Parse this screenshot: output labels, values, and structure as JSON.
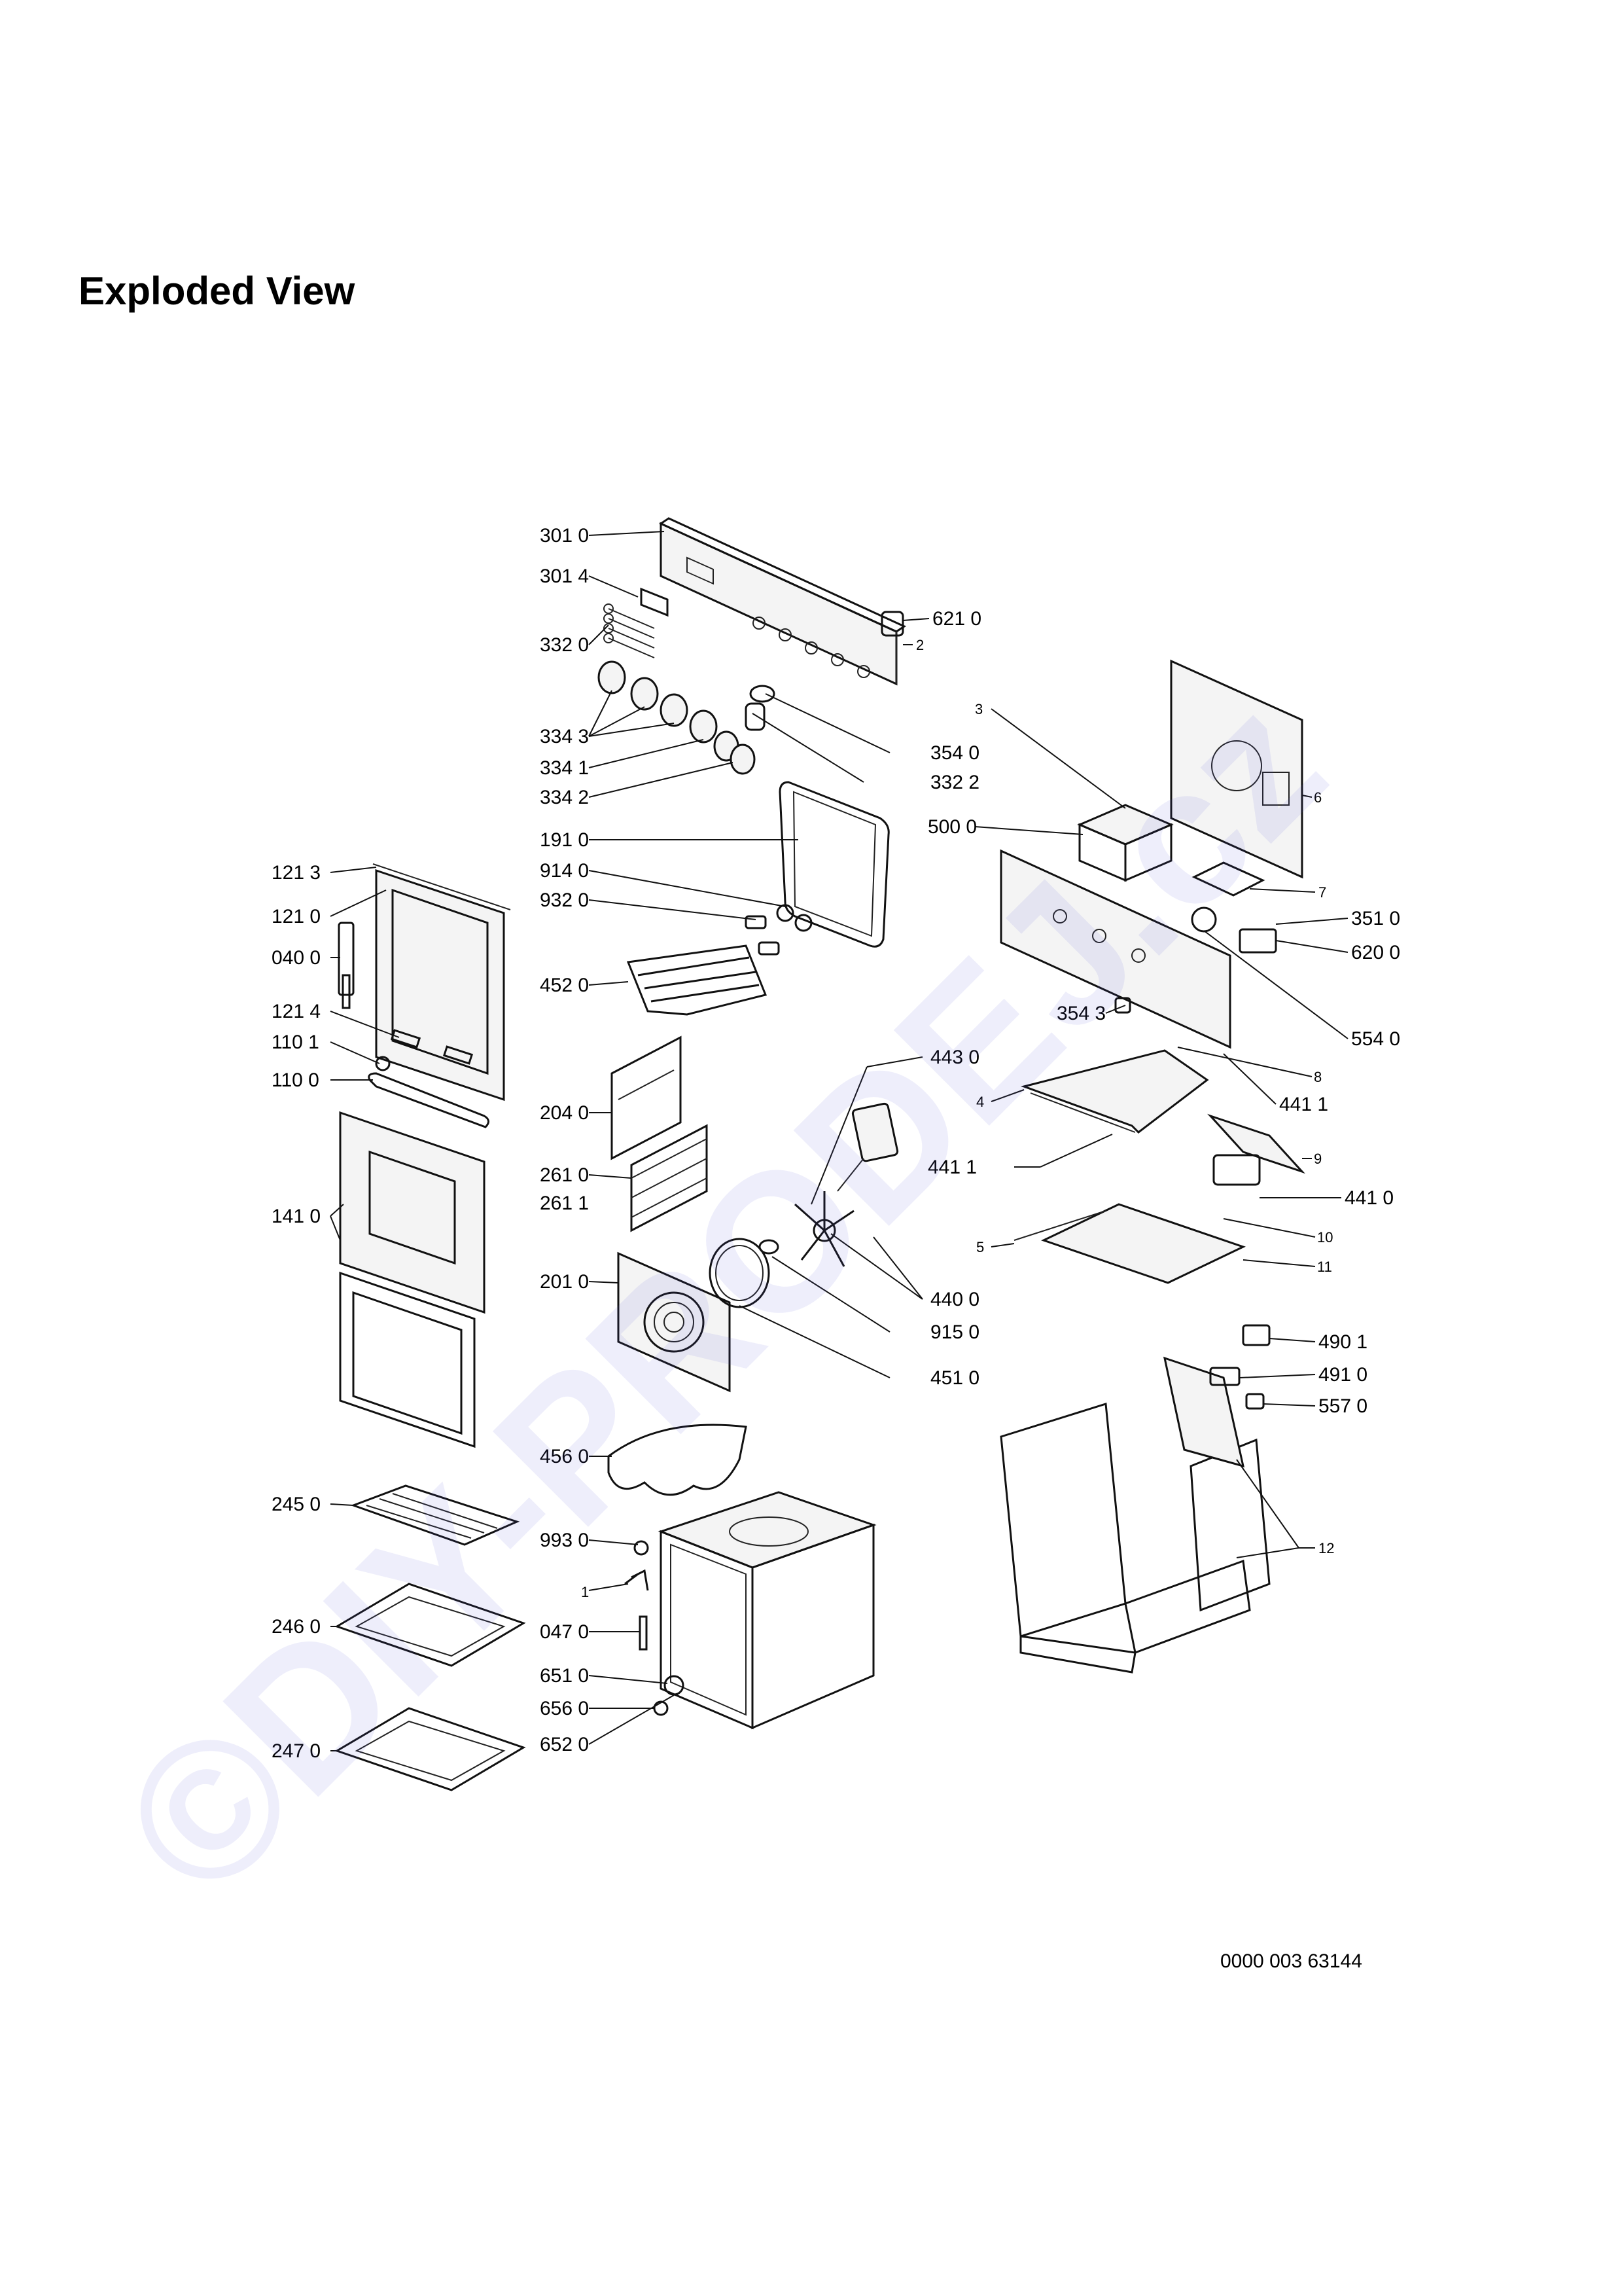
{
  "title": "Exploded View",
  "document_number": "0000 003 63144",
  "watermark": "©DIY-PRODEJ.cz",
  "callouts": {
    "c3010": "301 0",
    "c3014": "301 4",
    "c3320": "332 0",
    "c3343": "334 3",
    "c3341": "334 1",
    "c3342": "334 2",
    "c6210": "621 0",
    "c2": "2",
    "c3540": "354 0",
    "c3322": "332 2",
    "c1910": "191 0",
    "c9140": "914 0",
    "c9320": "932 0",
    "c4520": "452 0",
    "c1213": "121 3",
    "c1210": "121 0",
    "c0400": "040 0",
    "c1214": "121 4",
    "c1101": "110 1",
    "c1100": "110 0",
    "c1410": "141 0",
    "c2040": "204 0",
    "c2610": "261 0",
    "c2611": "261 1",
    "c2010": "201 0",
    "c4430": "443 0",
    "c4400": "440 0",
    "c9150": "915 0",
    "c4510": "451 0",
    "c4560": "456 0",
    "c2450": "245 0",
    "c9930": "993 0",
    "c1": "1",
    "c0470": "047 0",
    "c6510": "651 0",
    "c6560": "656 0",
    "c6520": "652 0",
    "c2460": "246 0",
    "c2470": "247 0",
    "c3": "3",
    "c5000": "500 0",
    "c6": "6",
    "c7": "7",
    "c3510": "351 0",
    "c6200": "620 0",
    "c5540": "554 0",
    "c3543": "354 3",
    "c8": "8",
    "c4": "4",
    "c4411a": "441 1",
    "c4411b": "441 1",
    "c9": "9",
    "c4410": "441 0",
    "c10": "10",
    "c5": "5",
    "c11": "11",
    "c4901": "490 1",
    "c4910": "491 0",
    "c5570": "557 0",
    "c12": "12"
  }
}
